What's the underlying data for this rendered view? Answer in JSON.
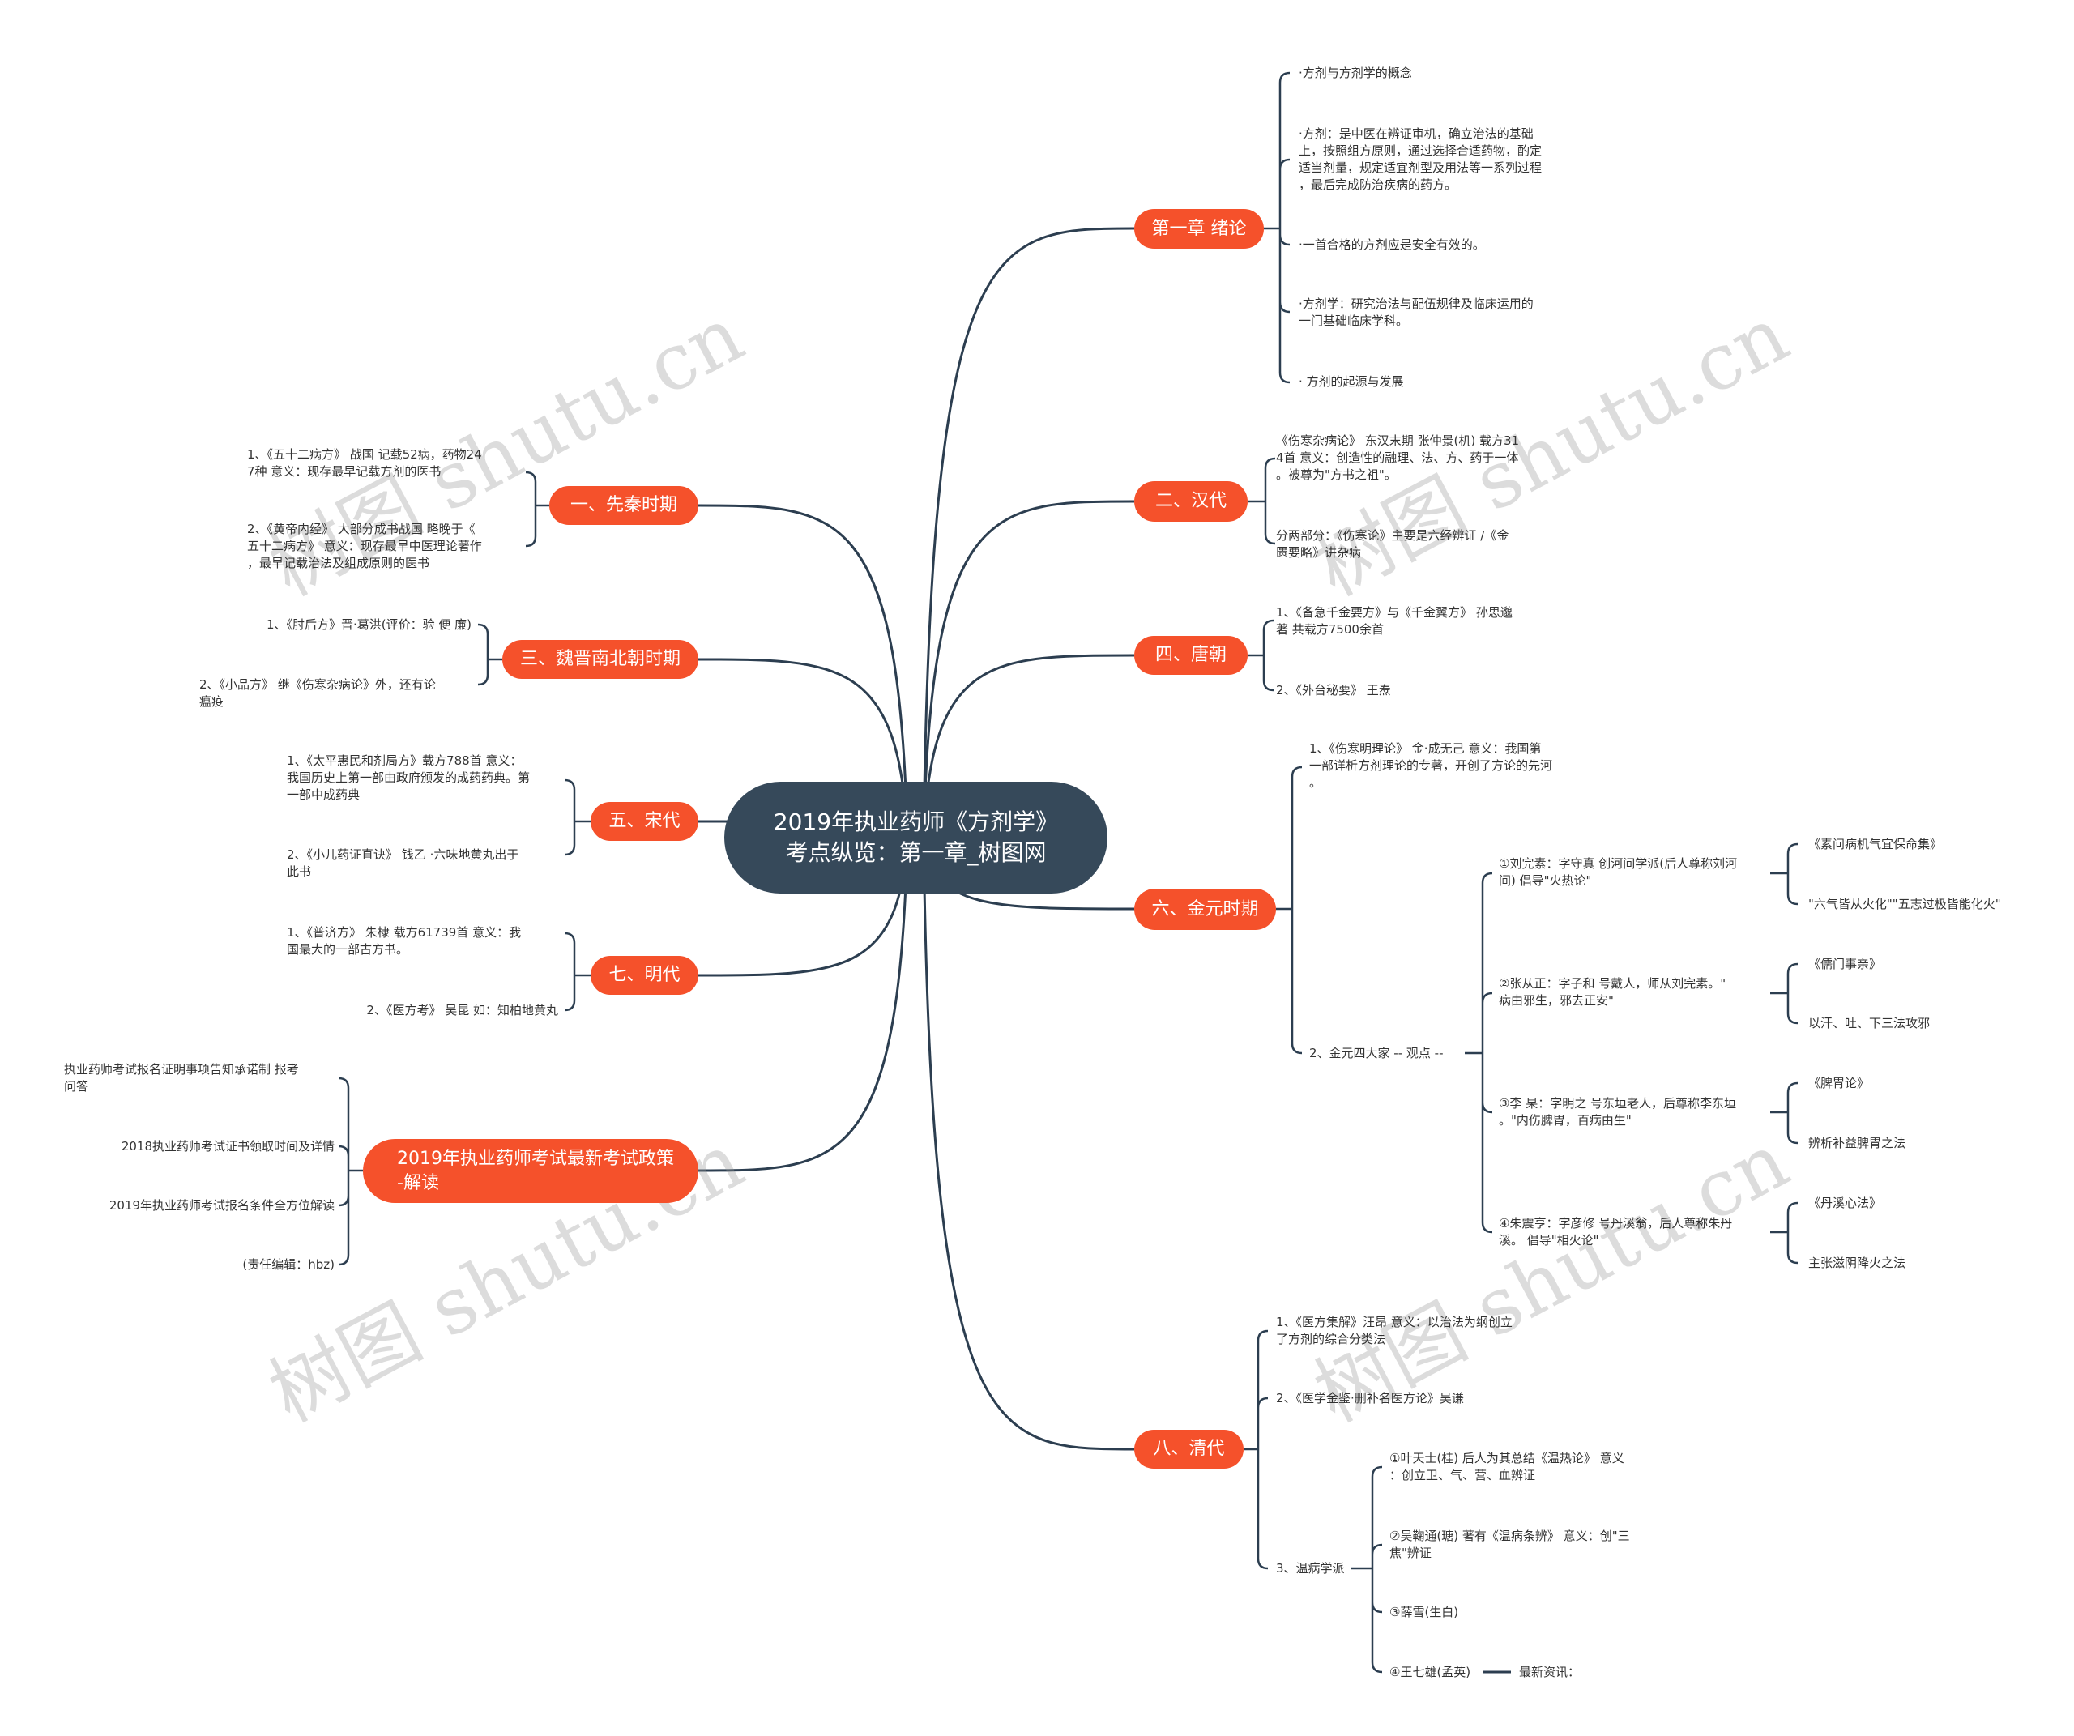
{
  "watermark": "树图 shutu.cn",
  "center": "2019年执业药师《方剂学》考点纵览：第一章_树图网",
  "right": {
    "ch1": {
      "label": "第一章 绪论",
      "items": [
        "·方剂与方剂学的概念",
        "·方剂：是中医在辨证审机，确立治法的基础\n上，按照组方原则，通过选择合适药物，酌定\n适当剂量，规定适宜剂型及用法等一系列过程\n，最后完成防治疾病的药方。",
        "·一首合格的方剂应是安全有效的。",
        "·方剂学：研究治法与配伍规律及临床运用的\n一门基础临床学科。",
        "· 方剂的起源与发展"
      ]
    },
    "han": {
      "label": "二、汉代",
      "items": [
        "《伤寒杂病论》 东汉末期 张仲景(机) 载方31\n4首 意义：创造性的融理、法、方、药于一体\n。被尊为\"方书之祖\"。",
        "分两部分：《伤寒论》主要是六经辨证 /《金\n匮要略》讲杂病"
      ]
    },
    "tang": {
      "label": "四、唐朝",
      "items": [
        "1、《备急千金要方》与《千金翼方》 孙思邈\n著 共载方7500余首",
        "2、《外台秘要》 王焘"
      ]
    },
    "jinyuan": {
      "label": "六、金元时期",
      "items": [
        "1、《伤寒明理论》 金·成无己 意义：我国第\n一部详析方剂理论的专著，开创了方论的先河\n。",
        "2、金元四大家 -- 观点 --"
      ],
      "masters": [
        {
          "text": "①刘完素：字守真 创河间学派(后人尊称刘河\n间) 倡导\"火热论\"",
          "children": [
            "《素问病机气宜保命集》",
            "\"六气皆从火化\"\"五志过极皆能化火\""
          ]
        },
        {
          "text": "②张从正：字子和 号戴人，师从刘完素。\"\n病由邪生，邪去正安\"",
          "children": [
            "《儒门事亲》",
            "以汗、吐、下三法攻邪"
          ]
        },
        {
          "text": "③李 杲：字明之 号东垣老人，后尊称李东垣\n。\"内伤脾胃，百病由生\"",
          "children": [
            "《脾胃论》",
            "辨析补益脾胃之法"
          ]
        },
        {
          "text": "④朱震亨：字彦修 号丹溪翁，后人尊称朱丹\n溪。 倡导\"相火论\"",
          "children": [
            "《丹溪心法》",
            "主张滋阴降火之法"
          ]
        }
      ]
    },
    "qing": {
      "label": "八、清代",
      "items": [
        "1、《医方集解》汪昂 意义：以治法为纲创立\n了方剂的综合分类法",
        "2、《医学金鉴·删补名医方论》吴谦",
        "3、温病学派"
      ],
      "school": [
        "①叶天士(桂) 后人为其总结《温热论》 意义\n：创立卫、气、营、血辨证",
        "②吴鞠通(瑭) 著有《温病条辨》 意义：创\"三\n焦\"辨证",
        "③薛雪(生白)",
        "④王七雄(孟英)"
      ],
      "latest": "最新资讯："
    }
  },
  "left": {
    "xianqin": {
      "label": "一、先秦时期",
      "items": [
        "1、《五十二病方》 战国 记载52病，药物24\n7种 意义：现存最早记载方剂的医书",
        "2、《黄帝内经》 大部分成书战国 略晚于《\n五十二病方》 意义：现存最早中医理论著作\n，最早记载治法及组成原则的医书"
      ]
    },
    "weijin": {
      "label": "三、魏晋南北朝时期",
      "items": [
        "1、《肘后方》晋·葛洪(评价：验 便 廉)",
        "2、《小品方》 继《伤寒杂病论》外，还有论\n瘟疫"
      ]
    },
    "song": {
      "label": "五、宋代",
      "items": [
        "1、《太平惠民和剂局方》载方788首 意义：\n我国历史上第一部由政府颁发的成药药典。第\n一部中成药典",
        "2、《小儿药证直诀》 钱乙 ·六味地黄丸出于\n此书"
      ]
    },
    "ming": {
      "label": "七、明代",
      "items": [
        "1、《普济方》 朱棣 载方61739首 意义：我\n国最大的一部古方书。",
        "2、《医方考》 吴昆 如：知柏地黄丸"
      ]
    },
    "policy": {
      "label": "2019年执业药师考试最新考试政策\n-解读",
      "items": [
        "执业药师考试报名证明事项告知承诺制 报考\n问答",
        "2018执业药师考试证书领取时间及详情",
        "2019年执业药师考试报名条件全方位解读",
        "(责任编辑：hbz)"
      ]
    }
  },
  "colors": {
    "branch": "#f5512b",
    "center": "#36495a",
    "line": "#2c3e50"
  }
}
